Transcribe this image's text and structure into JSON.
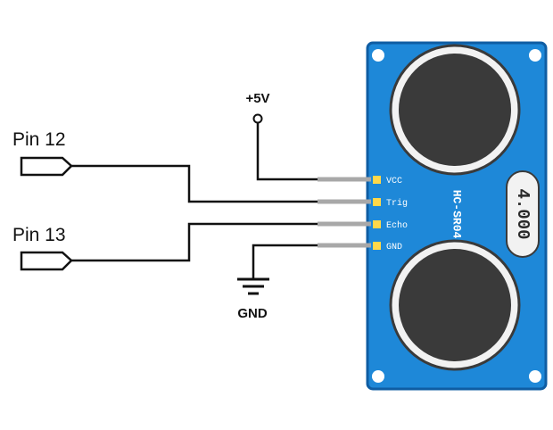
{
  "labels": {
    "pin12": "Pin 12",
    "pin13": "Pin 13",
    "vplus": "+5V",
    "gnd": "GND"
  },
  "module": {
    "model": "HC-SR04",
    "crystal": "4.000",
    "pins": [
      "VCC",
      "Trig",
      "Echo",
      "GND"
    ]
  },
  "colors": {
    "board": "#1e88d8",
    "board_edge": "#0f5da3",
    "transducer": "#3a3a3a",
    "transducer_ring": "#f2f2f2",
    "wire": "#111111",
    "header_pins": "#a8a8a8",
    "pin_pad": "#ffd84a"
  }
}
